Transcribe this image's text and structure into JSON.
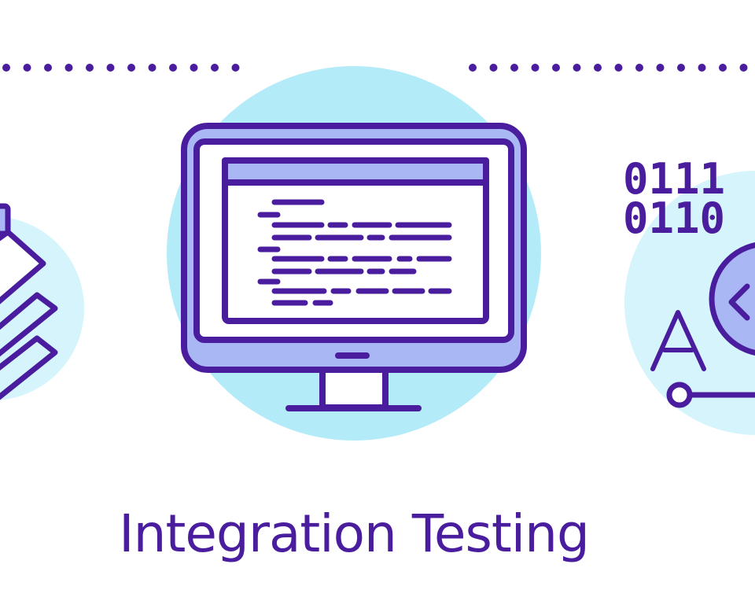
{
  "title": "Integration Testing",
  "binary": [
    "0111",
    "0110"
  ],
  "letter": "A",
  "colors": {
    "purple": "#4a1d9e",
    "lavender": "#a9b7f4",
    "circle_center": "#b4ebf8",
    "circle_side": "#d5f4fb"
  }
}
